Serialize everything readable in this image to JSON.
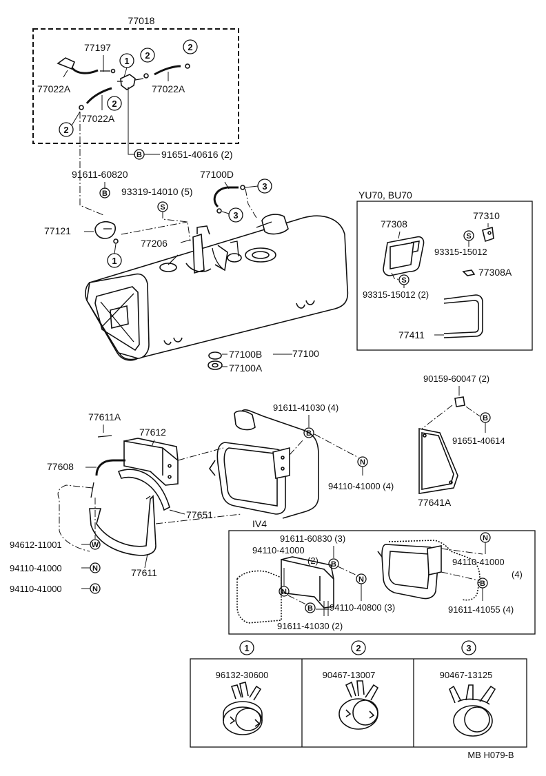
{
  "diagram": {
    "code": "MB H079-B",
    "assembly_77018": {
      "label": "77018",
      "parts": [
        "77197",
        "77022A",
        "77022A",
        "77022A"
      ]
    },
    "callout_numbers": [
      "1",
      "2",
      "3"
    ],
    "symbols": {
      "B": "B",
      "S": "S",
      "N": "N",
      "W": "W"
    },
    "upper_labels": {
      "p91651_40616": "91651-40616 (2)",
      "p91611_60820": "91611-60820",
      "p77100D": "77100D",
      "p93319_14010": "93319-14010 (5)",
      "p77121": "77121",
      "p77206": "77206",
      "p77100B": "77100B",
      "p77100A": "77100A",
      "p77100": "77100"
    },
    "yu70_bu70": {
      "title": "YU70, BU70",
      "p77308": "77308",
      "p77310": "77310",
      "p93315_15012": "93315-15012",
      "p77308A": "77308A",
      "p93315_15012_2": "93315-15012 (2)",
      "p77411": "77411"
    },
    "middle_labels": {
      "p77611A": "77611A",
      "p77612": "77612",
      "p77608": "77608",
      "p77651": "77651",
      "p77611": "77611",
      "p94612_11001": "94612-11001",
      "p94110_41000_a": "94110-41000",
      "p94110_41000_b": "94110-41000",
      "p91611_41030_4": "91611-41030 (4)",
      "p94110_41000_4": "94110-41000 (4)",
      "p90159_60047": "90159-60047 (2)",
      "p91651_40614": "91651-40614",
      "p77641A": "77641A"
    },
    "iv4": {
      "title": "IV4",
      "p91611_60830": "91611-60830 (3)",
      "p94110_41000_2": "94110-41000",
      "p94110_41000_2_qty": "(2)",
      "p94110_41000_r": "94110-41000",
      "p94110_41000_r_qty": "(4)",
      "p94110_40800": "94110-40800 (3)",
      "p91611_41055": "91611-41055 (4)",
      "p91611_41030_2": "91611-41030 (2)"
    },
    "clamp_legend": [
      {
        "number": "1",
        "part": "96132-30600"
      },
      {
        "number": "2",
        "part": "90467-13007"
      },
      {
        "number": "3",
        "part": "90467-13125"
      }
    ]
  }
}
